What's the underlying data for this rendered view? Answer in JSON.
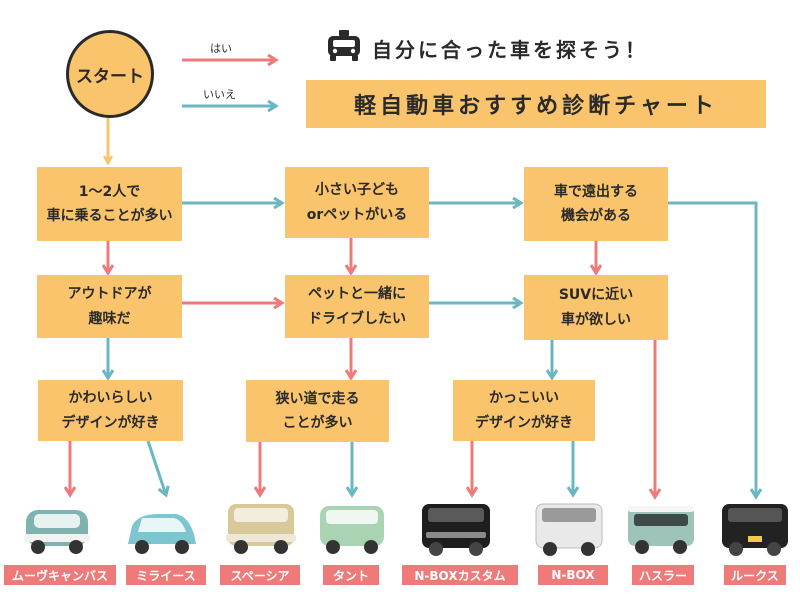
{
  "header": {
    "subtitle": "自分に合った車を探そう！",
    "title": "軽自動車おすすめ診断チャート",
    "start_label": "スタート",
    "legend": {
      "yes_label": "はい",
      "no_label": "いいえ",
      "yes_color": "#ef7a7a",
      "no_color": "#6ab7c1"
    }
  },
  "colors": {
    "box": "#f9c46b",
    "label_bg": "#ef7a7a",
    "outline": "#2a2a2a"
  },
  "questions": {
    "q1": "1〜2人で\n車に乗ることが多い",
    "q2": "小さい子ども\norペットがいる",
    "q3": "車で遠出する\n機会がある",
    "q4": "アウトドアが\n趣味だ",
    "q5": "ペットと一緒に\nドライブしたい",
    "q6": "SUVに近い\n車が欲しい",
    "q7": "かわいらしい\nデザインが好き",
    "q8": "狭い道で走る\nことが多い",
    "q9": "かっこいい\nデザインが好き"
  },
  "results": [
    {
      "name": "ムーヴキャンバス",
      "body_color": "#7fb3b0"
    },
    {
      "name": "ミライース",
      "body_color": "#7ec6cf"
    },
    {
      "name": "スペーシア",
      "body_color": "#d8c99a"
    },
    {
      "name": "タント",
      "body_color": "#a9d3b3"
    },
    {
      "name": "N-BOXカスタム",
      "body_color": "#1e1e1e"
    },
    {
      "name": "N-BOX",
      "body_color": "#e9e9e9"
    },
    {
      "name": "ハスラー",
      "body_color": "#9ec3b8"
    },
    {
      "name": "ルークス",
      "body_color": "#222222"
    }
  ]
}
